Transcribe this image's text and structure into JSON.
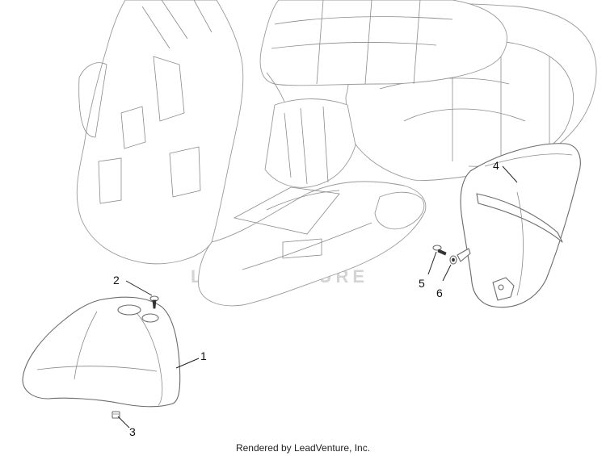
{
  "diagram": {
    "watermark": "LEADVENTURE",
    "credit": "Rendered by LeadVenture, Inc.",
    "callouts": [
      {
        "id": "1",
        "label": "1"
      },
      {
        "id": "2",
        "label": "2"
      },
      {
        "id": "3",
        "label": "3"
      },
      {
        "id": "4",
        "label": "4"
      },
      {
        "id": "5",
        "label": "5"
      },
      {
        "id": "6",
        "label": "6"
      }
    ]
  }
}
